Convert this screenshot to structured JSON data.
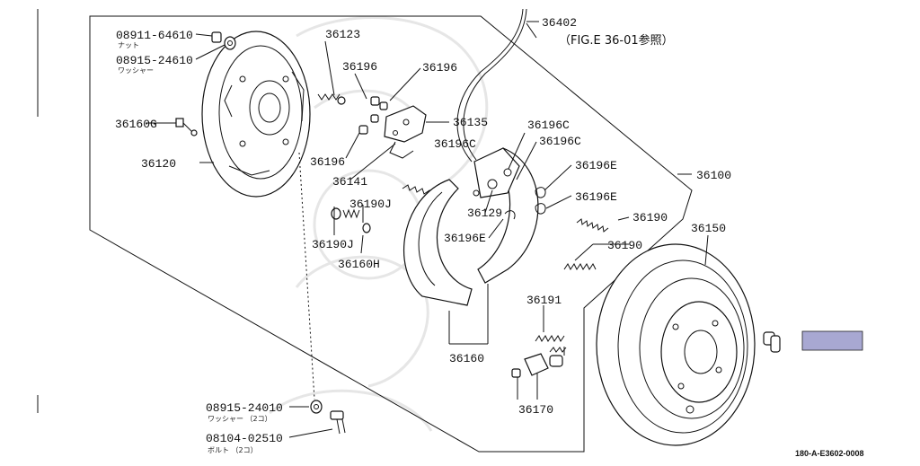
{
  "labels": [
    "08911-64610",
    "08915-24610",
    "36123",
    "36196",
    "36196",
    "36160G",
    "36135",
    "36196C",
    "36196C",
    "36196C",
    "36196",
    "36120",
    "36141",
    "36196E",
    "36100",
    "36190J",
    "36196E",
    "36129",
    "36190",
    "36150",
    "36196E",
    "36190J",
    "36190",
    "36160H",
    "36191",
    "36160",
    "36170",
    "08915-24010",
    "08104-02510",
    "36402"
  ],
  "sublabels": [
    "ナット",
    "ワッシャー",
    "ワッシャー （2コ）",
    "ボルト （2コ）"
  ],
  "reference": "（FIG.E 36-01参照）",
  "drawing_code": "180-A-E3602-0008",
  "colors": {
    "highlight_box": "#a8a8d2",
    "line": "#111111",
    "background": "#ffffff"
  }
}
